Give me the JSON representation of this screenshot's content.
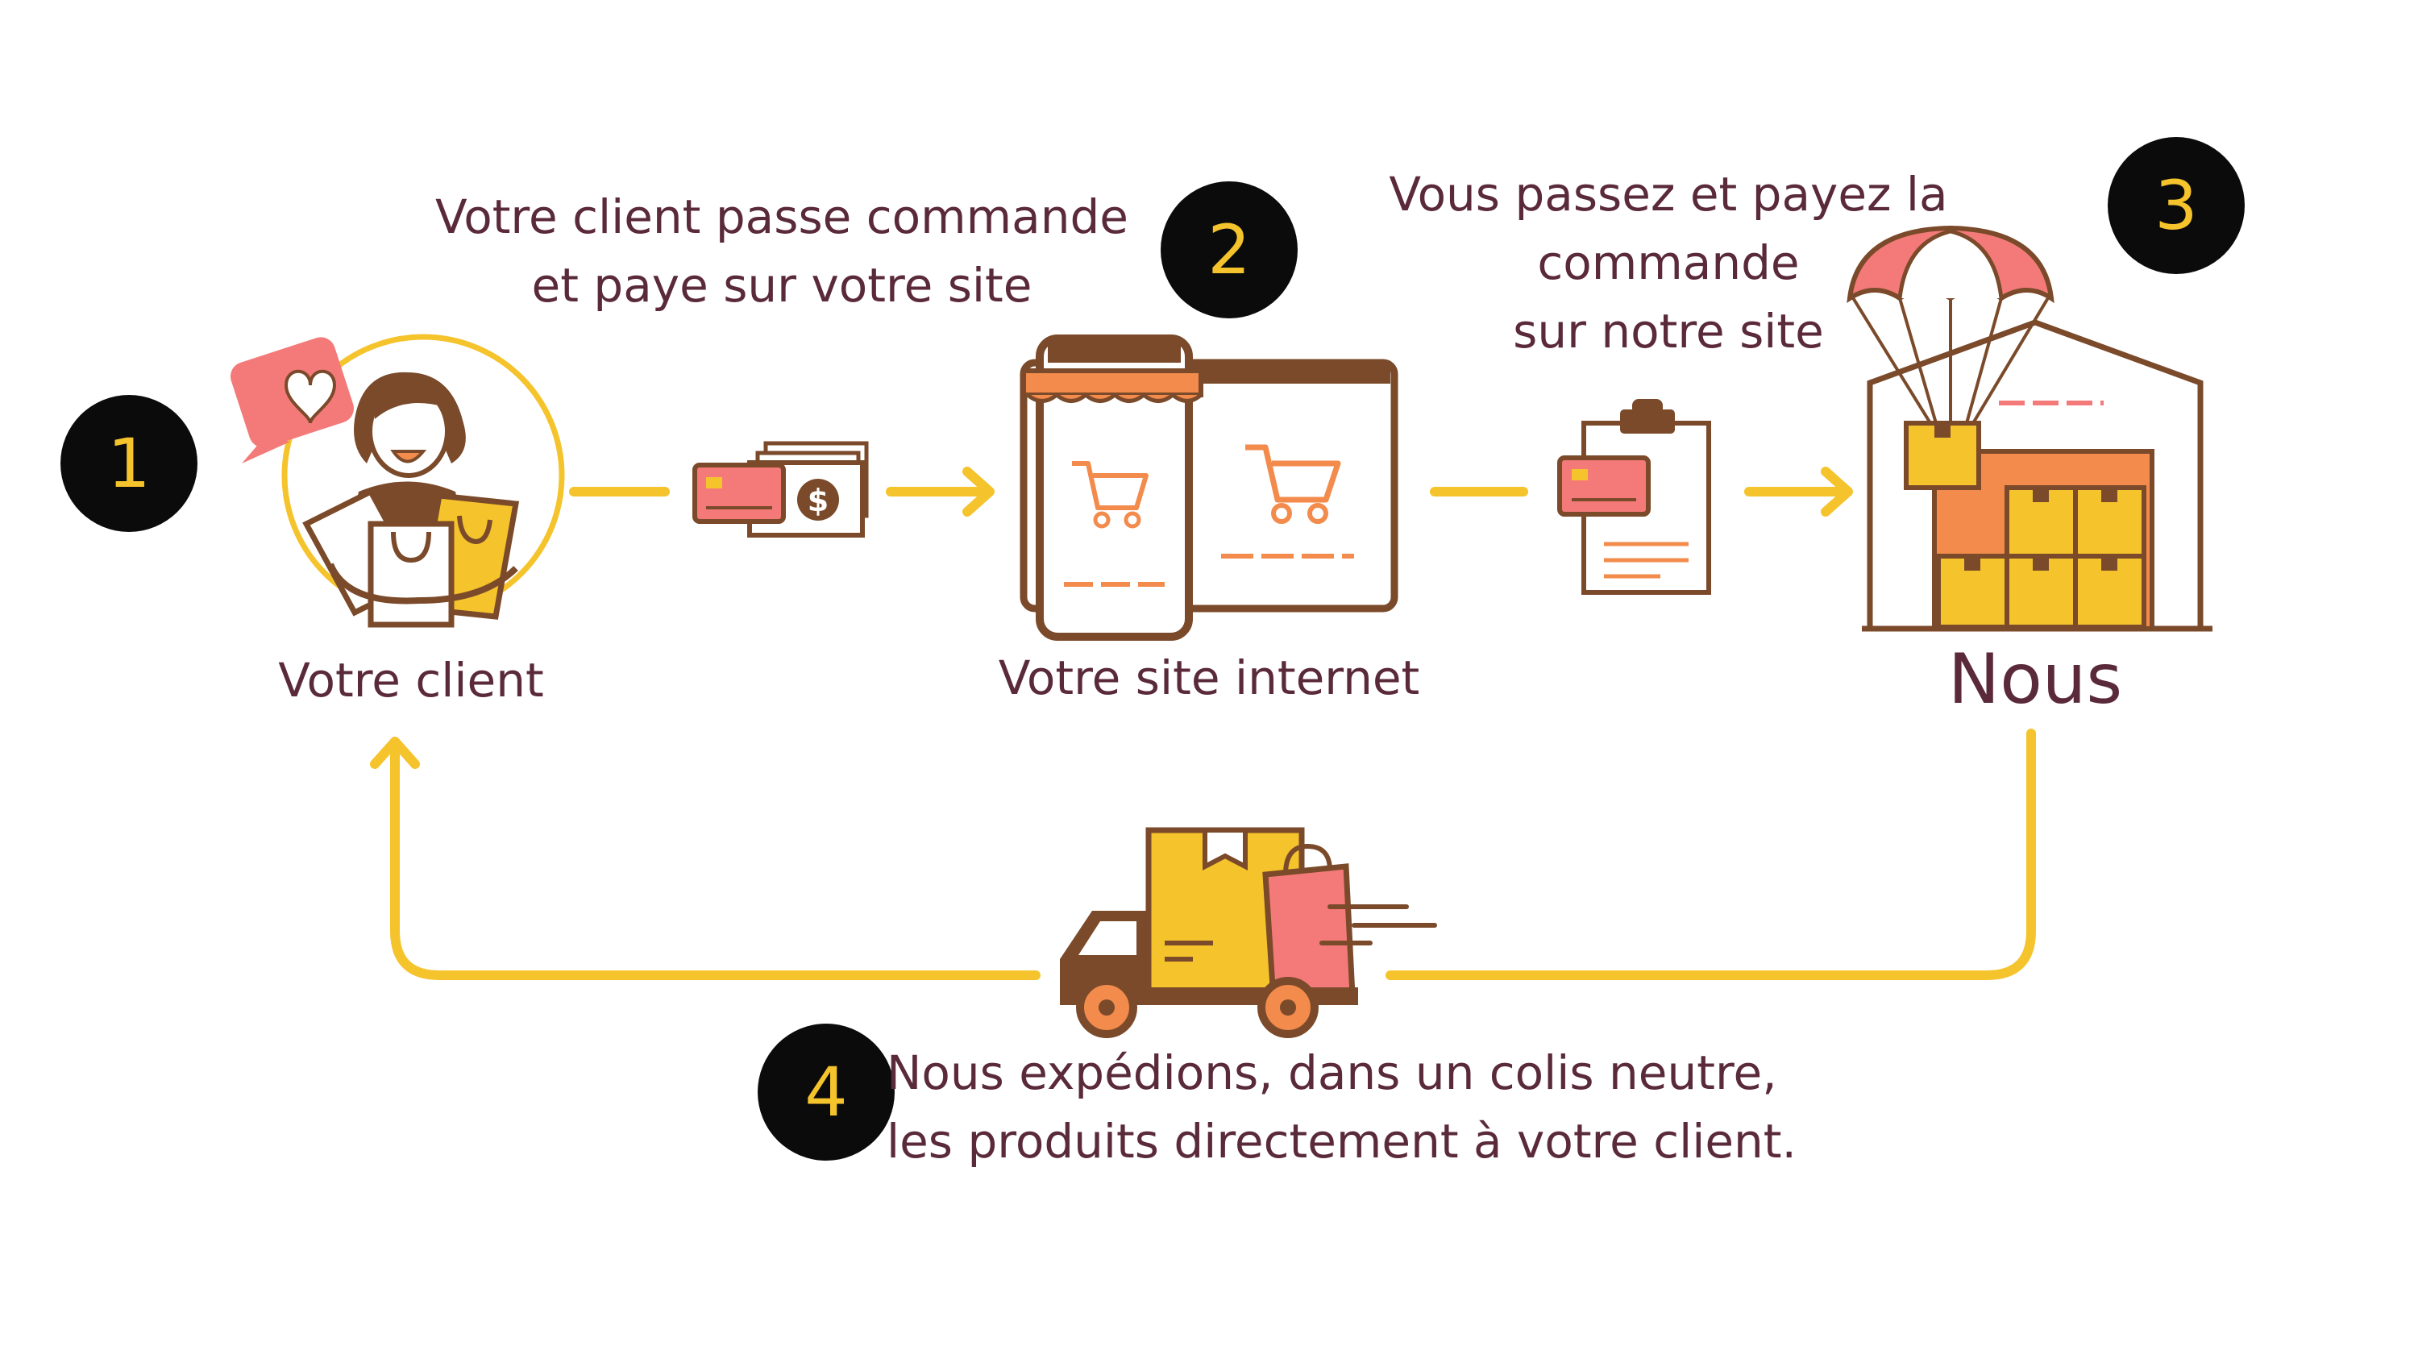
{
  "steps": [
    {
      "number": "1",
      "label": "Votre client"
    },
    {
      "number": "2",
      "label": "Votre site internet",
      "description_line1": "Votre client passe commande",
      "description_line2": "et paye sur votre site"
    },
    {
      "number": "3",
      "label": "Nous",
      "description_line1": "Vous passez et payez la",
      "description_line2": "commande",
      "description_line3": "sur notre site"
    },
    {
      "number": "4",
      "description_line1": "Nous expédions, dans un colis neutre,",
      "description_line2": "les produits directement à votre client."
    }
  ],
  "icons": {
    "customer": "woman-with-shopping-bags-icon",
    "payment": "card-and-cash-icon",
    "website": "phone-and-tablet-shop-icon",
    "order": "clipboard-with-card-icon",
    "warehouse": "warehouse-with-parachute-icon",
    "delivery": "delivery-truck-icon"
  },
  "colors": {
    "text": "#5a2a3a",
    "arrow": "#f5c32b",
    "badge": "#0b0b0b",
    "badge_text": "#f5c32b",
    "brown": "#7a4a2a",
    "orange": "#f28b4b",
    "pink": "#f47a7a",
    "yellow": "#f7c233"
  }
}
